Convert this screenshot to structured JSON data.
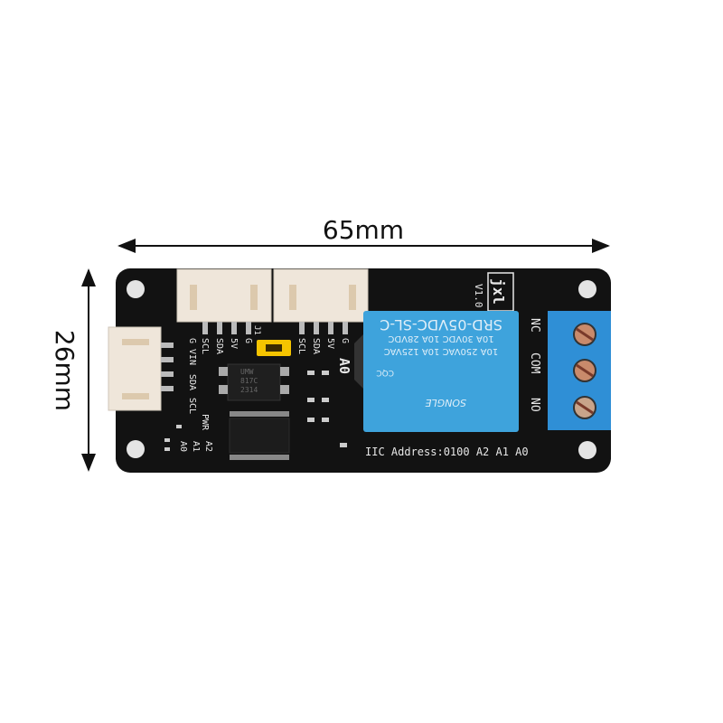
{
  "dimensions": {
    "width_label": "65mm",
    "height_label": "26mm"
  },
  "board": {
    "version": "V1.0",
    "logo": "jxl",
    "jumper_label": "J1",
    "top_connector_1_pins": [
      "SCL",
      "SDA",
      "5V",
      "G"
    ],
    "top_connector_2_pins": [
      "SCL",
      "SDA",
      "5V",
      "G"
    ],
    "side_connector_pins": [
      "G",
      "VIN",
      "SDA",
      "SCL"
    ],
    "address_pins": [
      "A0",
      "A1",
      "A2"
    ],
    "pwr_label": "PWR",
    "a0_label": "A0",
    "optocoupler_text": [
      "UMW",
      "817C",
      "2314"
    ],
    "iic_address": "IIC Address:0100 A2 A1 A0",
    "terminal_labels": [
      "NC",
      "COM",
      "NO"
    ]
  },
  "relay": {
    "model": "SRD-05VDC-SL-C",
    "ratings": [
      "10A 250VAC  10A 125VAC",
      "10A 30VDC  10A 28VDC"
    ],
    "brand": "SONGLE",
    "cert": "CQC"
  },
  "colors": {
    "pcb": "#111111",
    "relay": "#3ea3dc",
    "terminal": "#2f8fd6",
    "jumper": "#f5c400",
    "connector": "#efe6da"
  }
}
